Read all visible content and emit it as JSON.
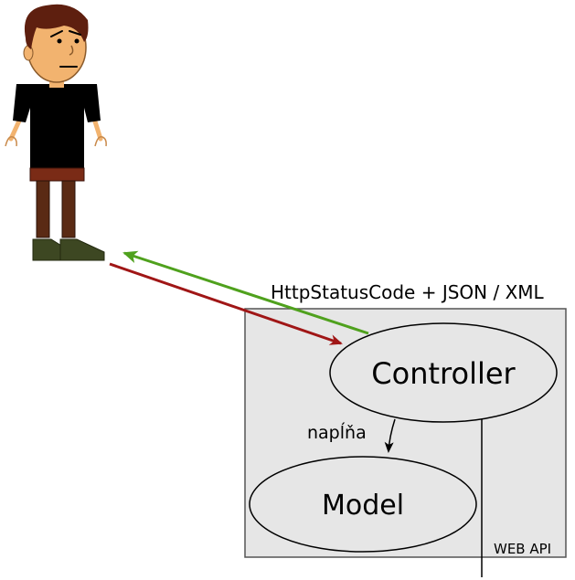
{
  "labels": {
    "response": "HttpStatusCode + JSON / XML",
    "controller": "Controller",
    "model": "Model",
    "fills": "napĺňa",
    "container": "WEB API"
  },
  "colors": {
    "request_arrow": "#a01616",
    "response_arrow": "#4fa11d",
    "container_fill": "#e6e6e6",
    "shirt": "#000000",
    "skin": "#f2b36f",
    "hair": "#5e1f0f",
    "pants": "#5a2a14",
    "belt": "#7a2b16",
    "shoes": "#3d4722"
  },
  "icons": {
    "actor": "user-figure-icon"
  }
}
